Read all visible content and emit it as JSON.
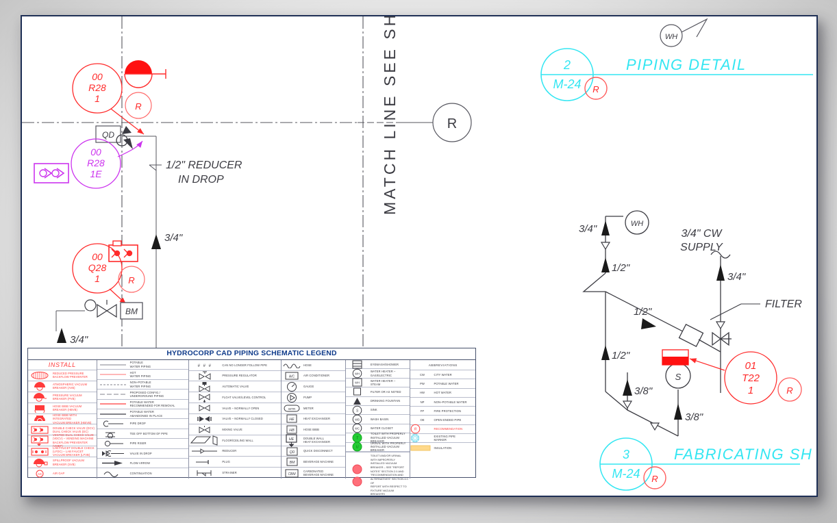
{
  "sheet": {
    "match_line_text": "MATCH LINE  SEE SHEE",
    "annotations": {
      "reducer_note_l1": "1/2\" REDUCER",
      "reducer_note_l2": "IN DROP",
      "qd_tag": "QD",
      "bm_tag": "BM",
      "r_bubble": "R",
      "callout_r28_1": {
        "line1": "00",
        "line2": "R28",
        "line3": "1"
      },
      "callout_r28_1e": {
        "line1": "00",
        "line2": "R28",
        "line3": "1E"
      },
      "callout_q28_1": {
        "line1": "00",
        "line2": "Q28",
        "line3": "1"
      },
      "callout_t22_1": {
        "line1": "01",
        "line2": "T22",
        "line3": "1"
      },
      "size_34_a": "3/4\"",
      "size_34_b": "3/4\""
    },
    "detail_top": {
      "number": "2",
      "sheet_ref": "M-24",
      "rec": "R",
      "title": "PIPING DETAIL",
      "wh_tag": "WH"
    },
    "detail_bottom": {
      "number": "3",
      "sheet_ref": "M-24",
      "rec": "R",
      "title": "FABRICATING SHOP"
    },
    "isometric": {
      "wh_tag": "WH",
      "sink_tag": "S",
      "cw_supply_l1": "3/4\" CW",
      "cw_supply_l2": "SUPPLY",
      "filter_label": "FILTER",
      "sizes": {
        "wh_in": "3/4\"",
        "wh_out": "1/2\"",
        "branch": "1/2\"",
        "cw_down": "3/4\"",
        "drop": "1/2\"",
        "sink_sup": "3/8\"",
        "sink_ret": "3/8\""
      }
    }
  },
  "legend": {
    "title": "HYDROCORP  CAD PIPING SCHEMATIC LEGEND",
    "install_header": "INSTALL",
    "abbreviations_header": "ABBREVIATIONS",
    "install_items": [
      {
        "sym": "rpz",
        "text": "REDUCED PRESSURE<br>BACKFLOW PREVENTER"
      },
      {
        "sym": "avb",
        "text": "ATMOSPHERIC VACUUM<br>BREAKER (AVB)"
      },
      {
        "sym": "pvb",
        "text": "PRESSURE VACUUM<br>BREAKER (PVB)"
      },
      {
        "sym": "hbvb",
        "text": "HOSE BIBB VACUUM<br>BREAKER (HBVB)"
      },
      {
        "sym": "hbivb",
        "text": "HOSE BIBB WITH INTEGRATED<br>VACUUM BREAKER (HBIVB)"
      },
      {
        "sym": "dcv",
        "text": "DOUBLE CHECK VALVE (DCV)<br>DUAL CHECK VALVE (DC)"
      },
      {
        "sym": "vdcv",
        "text": "VENTED DUAL CHECK VALVE<br>(VDCV)  –  VENDING MACHINE<br>BACKFLOW PREVENTER (VMBP)"
      },
      {
        "sym": "lfdc",
        "text": "LAB FAUCET DOUBLE CHECK<br>(LFDC)  –  LAB FAUCET<br>VACUUM BREAKER (LFVB)"
      },
      {
        "sym": "svb",
        "text": "SPILLPROOF VACUUM<br>BREAKER (SVB)"
      },
      {
        "sym": "airgap",
        "text": "AIR GAP"
      }
    ],
    "line_items": [
      {
        "sym": "line-solid-gray",
        "text": "POTABLE<br>WATER PIPING"
      },
      {
        "sym": "line-solid-red",
        "text": "HOT<br>WATER PIPING"
      },
      {
        "sym": "line-dashed",
        "text": "NON–POTABLE<br>WATER PIPING"
      },
      {
        "sym": "line-dashdot",
        "text": "PROPOSED CONFIG./<br>UNDERGROUND PIPING"
      },
      {
        "sym": "line-solid-red2",
        "text": "POTABLE WATER<br>RECOMMENDED FOR REMOVAL"
      },
      {
        "sym": "line-solid-dark",
        "text": "POTABLE WATER<br>ABANDONED IN PLACE"
      },
      {
        "sym": "pipe-drop",
        "text": "PIPE DROP"
      },
      {
        "sym": "tee-off-bottom",
        "text": "TEE OFF BOTTOM OF PIPE"
      },
      {
        "sym": "pipe-riser",
        "text": "PIPE RISER"
      },
      {
        "sym": "valve-in-drop",
        "text": "VALVE IN DROP"
      },
      {
        "sym": "flow-arrow",
        "text": "FLOW ARROW"
      },
      {
        "sym": "continuation",
        "text": "CONTINUATION"
      }
    ],
    "valve_items": [
      {
        "sym": "hash",
        "text": "CAN NO LONGER FOLLOW PIPE"
      },
      {
        "sym": "pressure-regulator",
        "text": "PRESSURE REGULATOR"
      },
      {
        "sym": "automatic-valve",
        "text": "AUTOMATIC VALVE"
      },
      {
        "sym": "float-valve",
        "text": "FLOAT VALVE/LEVEL CONTROL"
      },
      {
        "sym": "valve-open",
        "text": "VALVE – NORMALLY OPEN"
      },
      {
        "sym": "valve-closed",
        "text": "VALVE – NORMALLY CLOSED"
      },
      {
        "sym": "mixing-valve",
        "text": "MIXING VALVE"
      },
      {
        "sym": "floor-wall",
        "text": "FLOOR/CEILING            WALL"
      },
      {
        "sym": "reducer",
        "text": "REDUCER"
      },
      {
        "sym": "plug",
        "text": "PLUG"
      },
      {
        "sym": "strainer",
        "text": "STRAINER"
      }
    ],
    "equipment_items": [
      {
        "sym": "hose",
        "text": "HOSE"
      },
      {
        "sym": "ac",
        "text": "AIR CONDITIONER"
      },
      {
        "sym": "gauge",
        "text": "GAUGE"
      },
      {
        "sym": "pump",
        "text": "PUMP"
      },
      {
        "sym": "meter",
        "text": "METER"
      },
      {
        "sym": "he",
        "text": "HEAT EXCHANGER"
      },
      {
        "sym": "hb",
        "text": "HOSE BIBB"
      },
      {
        "sym": "dwhe",
        "text": "DOUBLE WALL<br>HEAT EXCHANGER"
      },
      {
        "sym": "qd",
        "text": "QUICK DISCONNECT"
      },
      {
        "sym": "bm",
        "text": "BEVERAGE MACHINE"
      },
      {
        "sym": "cbm",
        "text": "CARBONATED<br>BEVERAGE MACHINE"
      }
    ],
    "fixture_items": [
      {
        "sym": "eyewash",
        "text": "EYEWASH/SHOWER"
      },
      {
        "sym": "wh-gas",
        "text": "WATER HEATER –<br>GAS/ELECTRIC"
      },
      {
        "sym": "wh-steam",
        "text": "WATER HEATER –<br>STEAM"
      },
      {
        "sym": "filter-sq",
        "text": "FILTER OR AS NOTED"
      },
      {
        "sym": "drinking-fountain",
        "text": "DRINKING FOUNTAIN"
      },
      {
        "sym": "sink",
        "text": "SINK"
      },
      {
        "sym": "wash-basin",
        "text": "WASH BASIN"
      },
      {
        "sym": "water-closet",
        "text": "WATER CLOSET"
      },
      {
        "sym": "toilet-green",
        "text": "TOILET WITH PROPERLY<br>INSTALLED VACUUM BREAKER"
      },
      {
        "sym": "urinal-green",
        "text": "URINAL WITH PROPERLY<br>INSTALLED VACUUM BREAKER"
      }
    ],
    "abbreviations": [
      {
        "code": "CW",
        "name": "CITY WATER"
      },
      {
        "code": "PW",
        "name": "POTABLE WATER"
      },
      {
        "code": "HW",
        "name": "HOT WATER"
      },
      {
        "code": "NP",
        "name": "NON–POTABLE WATER"
      },
      {
        "code": "FP",
        "name": "FIRE PROTECTION"
      },
      {
        "code": "OE",
        "name": "OPEN ENDED PIPE"
      },
      {
        "code": "R",
        "name": "RECOMMENDATION",
        "accent": true
      },
      {
        "code": "",
        "name": "EXISTING PIPE<br>MARKER",
        "sym": "existing-marker"
      },
      {
        "code": "",
        "name": "INSULATION",
        "sym": "insulation"
      }
    ],
    "note": "TOILET AND/OR URINAL WITH IMPROPERLY INSTALLED VACUUM<br>BREAKER – SEE \"REPORT NOTES\" SECTION 2.0 AND<br>\"RECOMMENDATION AND ALTERNATIVES\" SECTION 4.0 OF<br>REPORT WITH RESPECT TO FIXTURE VACUUM BREAKERS"
  },
  "colors": {
    "red": "#ff2a2a",
    "magenta": "#cc33ee",
    "cyan": "#33e6f2",
    "black": "#3b3b42",
    "title_blue": "#0e3a8a",
    "border": "#1e2f55",
    "green": "#22cc33",
    "pink": "#ff6f7a",
    "insulation": "#ffd98a"
  }
}
